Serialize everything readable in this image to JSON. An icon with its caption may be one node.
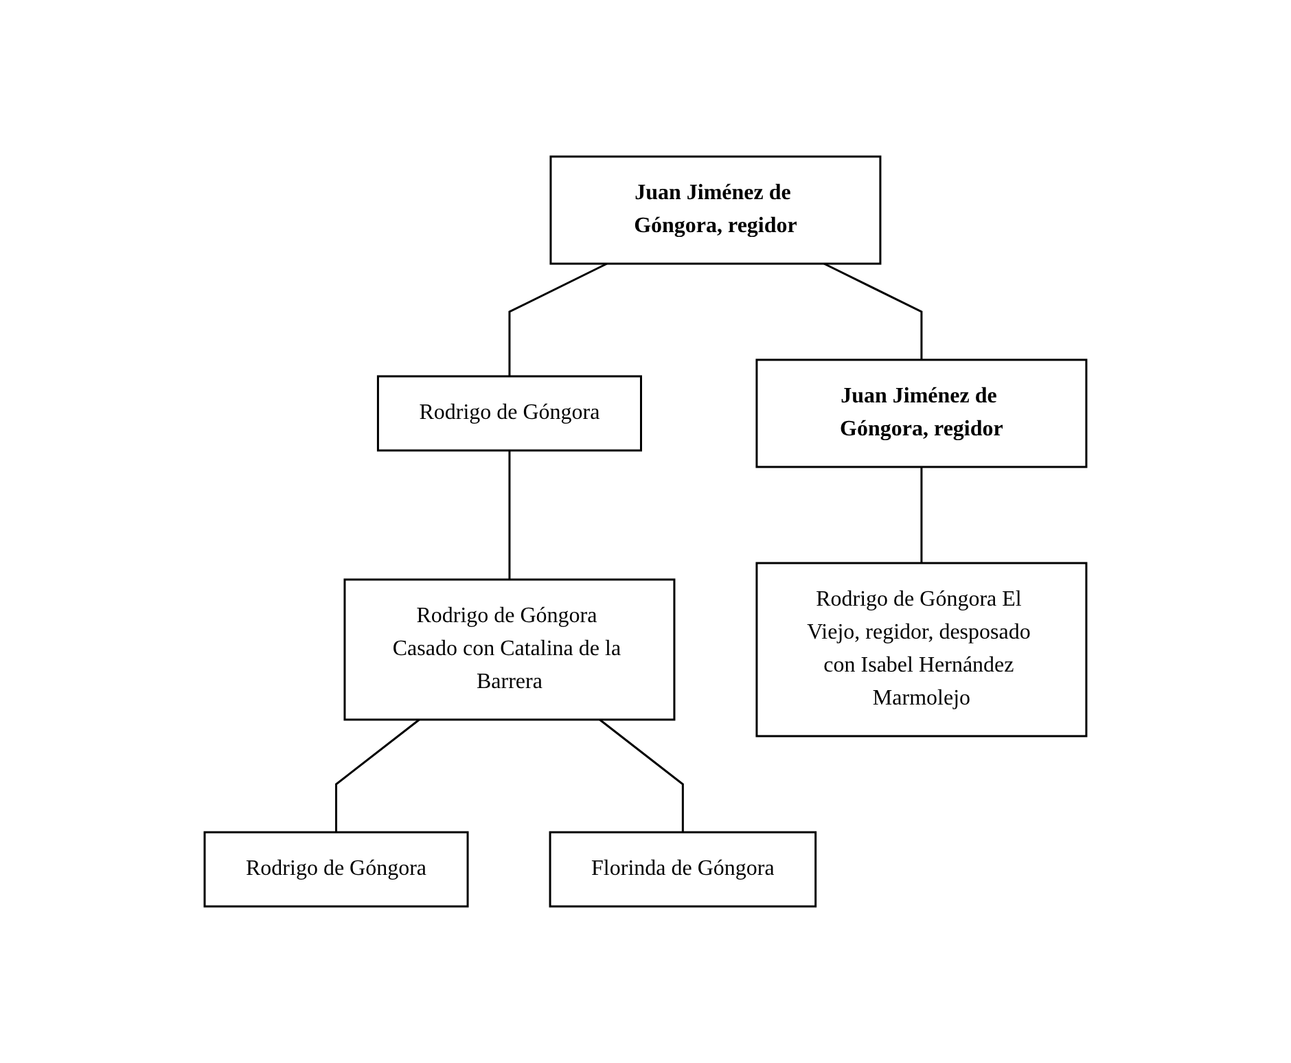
{
  "diagram": {
    "nodes": [
      {
        "text": [
          "Juan Jiménez de Góngora, regidor"
        ]
      },
      {
        "text": [
          "Rodrigo de Góngora"
        ]
      },
      {
        "text": [
          "Juan Jiménez de Góngora, regidor"
        ]
      },
      {
        "text": [
          "Rodrigo de Góngora Casado con Catalina de la Barrera"
        ]
      },
      {
        "text": [
          "Rodrigo de Góngora El Viejo, regidor, desposado con Isabel Hernández Marmolejo"
        ]
      },
      {
        "text": [
          "Rodrigo de Góngora"
        ]
      },
      {
        "text": [
          "Florinda de Góngora"
        ]
      }
    ],
    "edges": [
      {
        "from": 0,
        "to": 1,
        "arrow": "none"
      },
      {
        "from": 0,
        "to": 2,
        "arrow": "none"
      },
      {
        "from": 1,
        "to": 3,
        "arrow": "none"
      },
      {
        "from": 2,
        "to": 4,
        "arrow": "none"
      },
      {
        "from": 3,
        "to": 5,
        "arrow": "none"
      },
      {
        "from": 3,
        "to": 6,
        "arrow": "none"
      }
    ]
  }
}
